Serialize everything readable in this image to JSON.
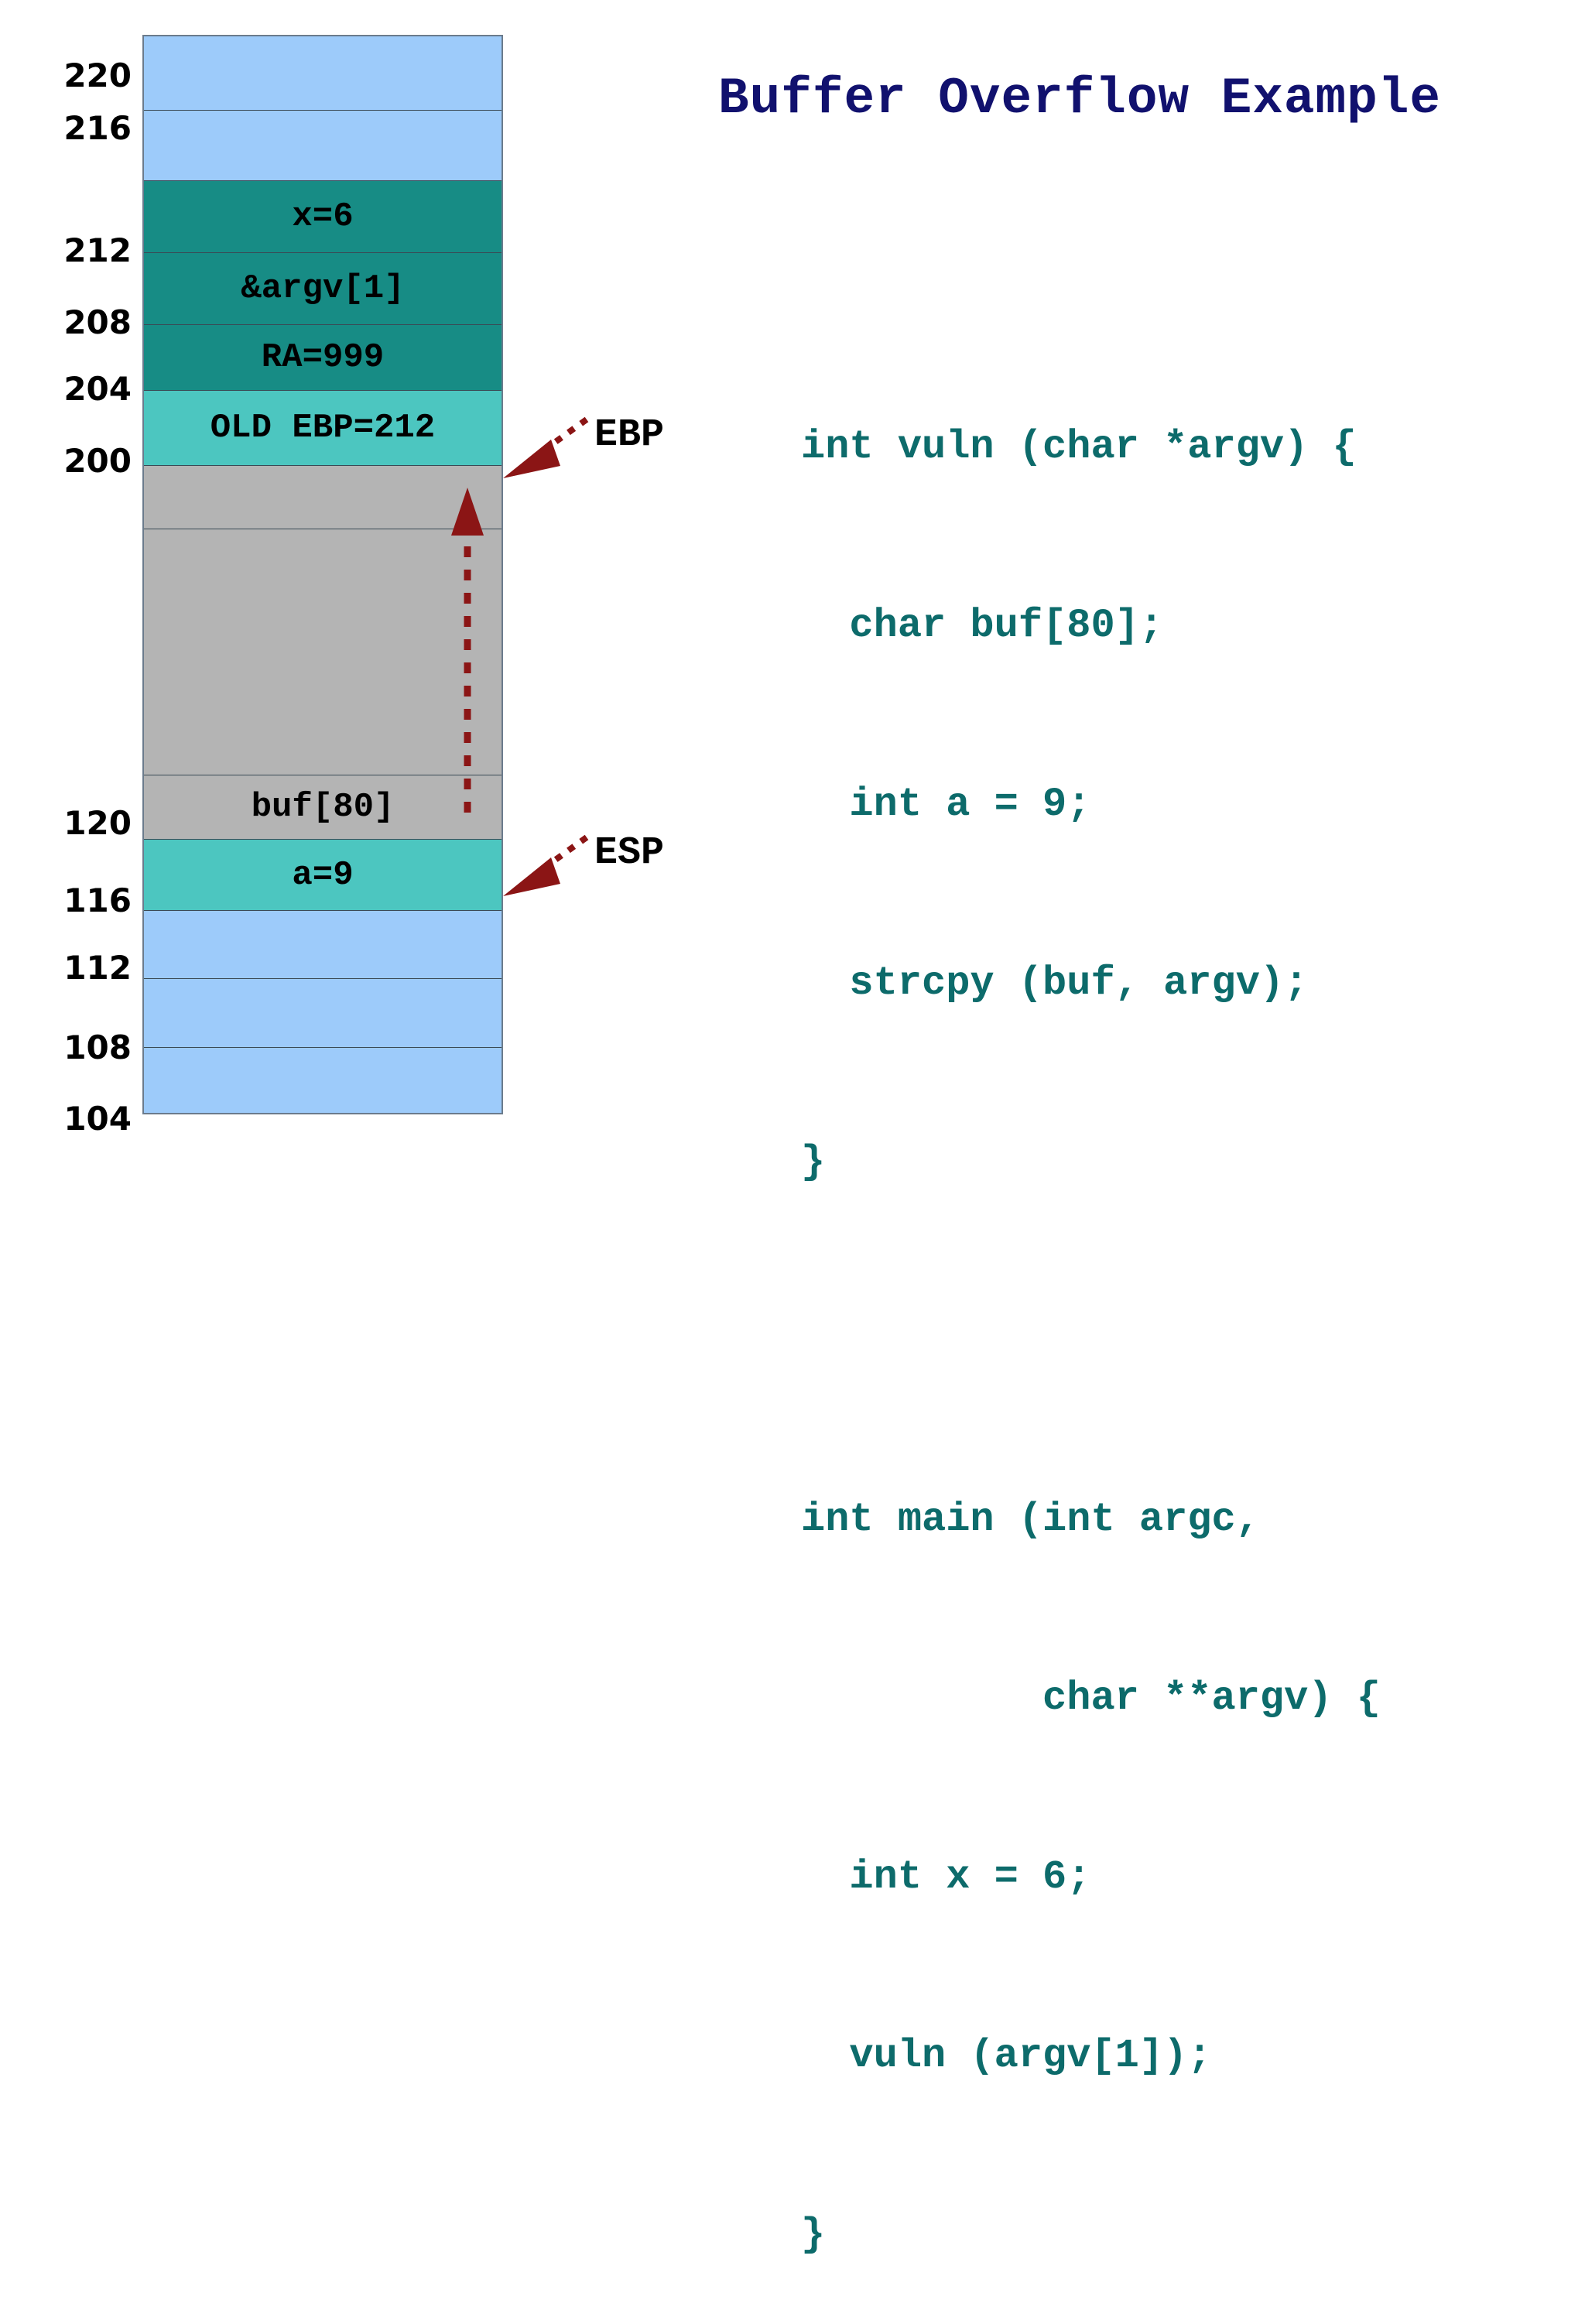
{
  "title": "Buffer Overflow Example",
  "colors": {
    "title": "#11116e",
    "code": "#0d6b6b",
    "blue_band": "#9dcbfa",
    "dark_teal": "#178c85",
    "light_teal": "#4cc6c0",
    "gray": "#b4b4b4",
    "arrow": "#8b1515"
  },
  "diagram": {
    "name": "stack-layout",
    "tick_labels": [
      "220",
      "216",
      "212",
      "208",
      "204",
      "200",
      "120",
      "116",
      "112",
      "108",
      "104"
    ],
    "cells": [
      {
        "label": "",
        "color": "blue"
      },
      {
        "label": "",
        "color": "blue"
      },
      {
        "label": "x=6",
        "color": "teal"
      },
      {
        "label": "&argv[1]",
        "color": "teal"
      },
      {
        "label": "RA=999",
        "color": "teal"
      },
      {
        "label": "OLD EBP=212",
        "color": "ltteal"
      },
      {
        "label": "",
        "color": "gray"
      },
      {
        "label": "",
        "color": "gray"
      },
      {
        "label": "buf[80]",
        "color": "gray"
      },
      {
        "label": "a=9",
        "color": "ltteal"
      },
      {
        "label": "",
        "color": "blue"
      },
      {
        "label": "",
        "color": "blue"
      },
      {
        "label": "",
        "color": "blue"
      }
    ],
    "pointers": [
      {
        "label": "EBP",
        "name": "ebp-pointer"
      },
      {
        "label": "ESP",
        "name": "esp-pointer"
      }
    ],
    "growth_arrow_name": "buffer-growth-arrow"
  },
  "code": {
    "lines": [
      "int vuln (char *argv) {",
      "  char buf[80];",
      "  int a = 9;",
      "  strcpy (buf, argv);",
      "}",
      "",
      "int main (int argc,",
      "          char **argv) {",
      "  int x = 6;",
      "  vuln (argv[1]);",
      "}"
    ]
  }
}
